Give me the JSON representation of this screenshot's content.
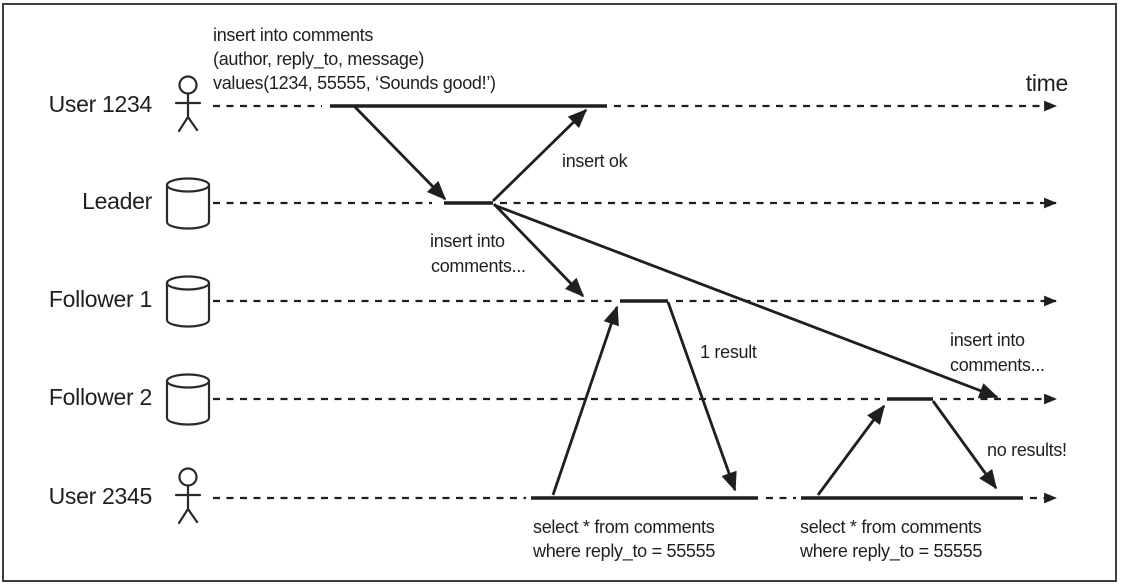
{
  "colors": {
    "ink": "#1f1f1f",
    "background": "#ffffff",
    "frame_border": "#3f3f3f"
  },
  "diagram": {
    "time_label": "time",
    "actors": [
      {
        "label": "User 1234",
        "icon": "person-icon"
      },
      {
        "label": "Leader",
        "icon": "database-icon"
      },
      {
        "label": "Follower 1",
        "icon": "database-icon"
      },
      {
        "label": "Follower 2",
        "icon": "database-icon"
      },
      {
        "label": "User 2345",
        "icon": "person-icon"
      }
    ],
    "annotations": {
      "insert_query": [
        "insert into comments",
        "(author, reply_to, message)",
        "values(1234, 55555, ‘Sounds good!’)"
      ],
      "insert_ok": "insert ok",
      "replicate_to_follower1": [
        "insert into",
        "comments..."
      ],
      "replicate_to_follower2": [
        "insert into",
        "comments..."
      ],
      "select_query_1": [
        "select * from comments",
        "where reply_to = 55555"
      ],
      "result_1": "1 result",
      "select_query_2": [
        "select * from comments",
        "where reply_to = 55555"
      ],
      "result_2": "no results!"
    }
  }
}
